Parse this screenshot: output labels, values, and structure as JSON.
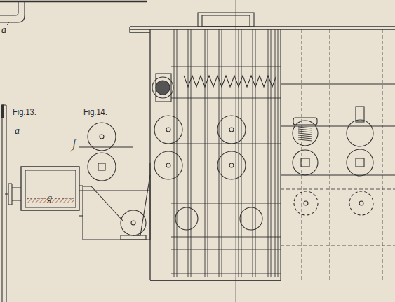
{
  "diagram": {
    "labels": [
      "a",
      "Fig.13.",
      "Fig.14.",
      "a",
      "f",
      "g"
    ]
  }
}
